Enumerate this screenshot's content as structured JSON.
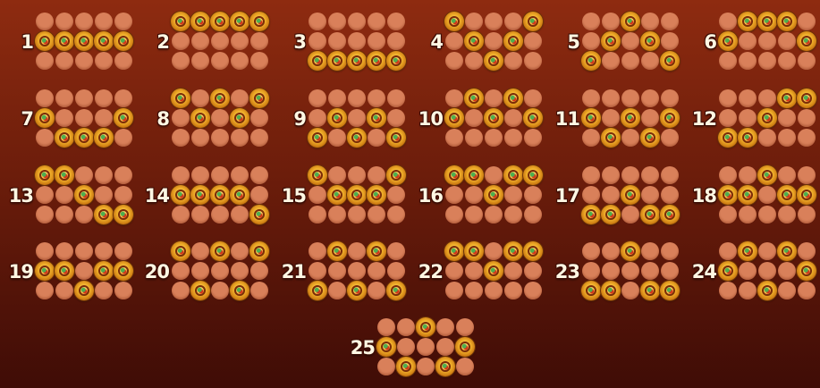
{
  "screen": {
    "title": "",
    "background_top": "#8e2b10",
    "background_bottom": "#3f0c06",
    "number_color": "#fff7e3",
    "empty_cell_color": "#d9805a",
    "symbol_name": "gold-coin-symbol-icon"
  },
  "paylines": [
    {
      "label": "1",
      "rows": [
        1,
        1,
        1,
        1,
        1
      ]
    },
    {
      "label": "2",
      "rows": [
        0,
        0,
        0,
        0,
        0
      ]
    },
    {
      "label": "3",
      "rows": [
        2,
        2,
        2,
        2,
        2
      ]
    },
    {
      "label": "4",
      "rows": [
        0,
        1,
        2,
        1,
        0
      ]
    },
    {
      "label": "5",
      "rows": [
        2,
        1,
        0,
        1,
        2
      ]
    },
    {
      "label": "6",
      "rows": [
        1,
        0,
        0,
        0,
        1
      ]
    },
    {
      "label": "7",
      "rows": [
        1,
        2,
        2,
        2,
        1
      ]
    },
    {
      "label": "8",
      "rows": [
        0,
        1,
        0,
        1,
        0
      ]
    },
    {
      "label": "9",
      "rows": [
        2,
        1,
        2,
        1,
        2
      ]
    },
    {
      "label": "10",
      "rows": [
        1,
        0,
        1,
        0,
        1
      ]
    },
    {
      "label": "11",
      "rows": [
        1,
        2,
        1,
        2,
        1
      ]
    },
    {
      "label": "12",
      "rows": [
        2,
        2,
        1,
        0,
        0
      ]
    },
    {
      "label": "13",
      "rows": [
        0,
        0,
        1,
        2,
        2
      ]
    },
    {
      "label": "14",
      "rows": [
        1,
        1,
        1,
        1,
        2
      ]
    },
    {
      "label": "15",
      "rows": [
        0,
        1,
        1,
        1,
        0
      ]
    },
    {
      "label": "16",
      "rows": [
        0,
        0,
        1,
        0,
        0
      ]
    },
    {
      "label": "17",
      "rows": [
        2,
        2,
        1,
        2,
        2
      ]
    },
    {
      "label": "18",
      "rows": [
        1,
        1,
        0,
        1,
        1
      ]
    },
    {
      "label": "19",
      "rows": [
        1,
        1,
        2,
        1,
        1
      ]
    },
    {
      "label": "20",
      "rows": [
        0,
        2,
        0,
        2,
        0
      ]
    },
    {
      "label": "21",
      "rows": [
        2,
        0,
        2,
        0,
        2
      ]
    },
    {
      "label": "22",
      "rows": [
        0,
        0,
        1,
        0,
        0
      ]
    },
    {
      "label": "23",
      "rows": [
        2,
        2,
        0,
        2,
        2
      ]
    },
    {
      "label": "24",
      "rows": [
        1,
        0,
        2,
        0,
        1
      ]
    },
    {
      "label": "25",
      "rows": [
        1,
        2,
        0,
        2,
        1
      ]
    }
  ]
}
